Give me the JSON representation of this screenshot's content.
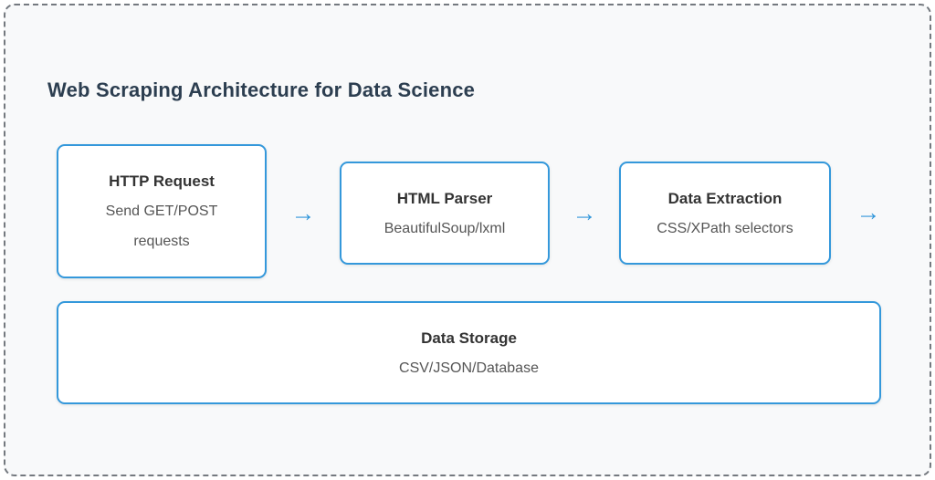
{
  "diagram": {
    "title": "Web Scraping Architecture for Data Science",
    "arrow_glyph": "→",
    "nodes": [
      {
        "title": "HTTP Request",
        "subtitle": "Send GET/POST requests"
      },
      {
        "title": "HTML Parser",
        "subtitle": "BeautifulSoup/lxml"
      },
      {
        "title": "Data Extraction",
        "subtitle": "CSS/XPath selectors"
      },
      {
        "title": "Data Storage",
        "subtitle": "CSV/JSON/Database"
      }
    ],
    "colors": {
      "accent_blue": "#3498db",
      "heading_navy": "#2c3e50",
      "panel_background": "#f8f9fa",
      "dashed_border_gray": "#74797f"
    }
  }
}
